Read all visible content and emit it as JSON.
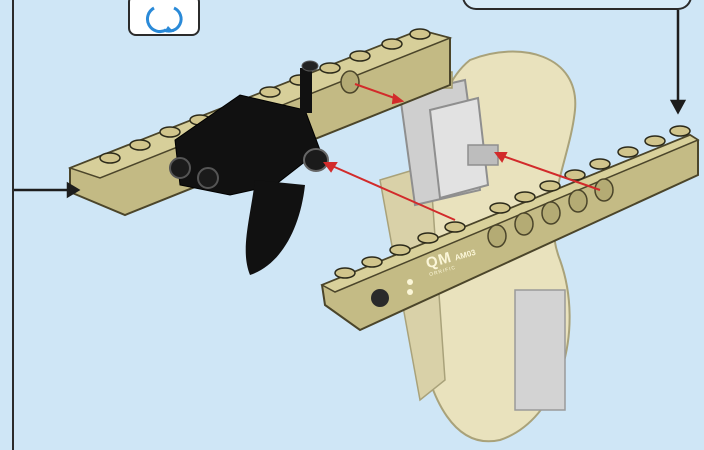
{
  "brick_print": {
    "brand": "QM",
    "model": "AM03",
    "subtitle": "ORRIFIC"
  },
  "icons": {
    "rotate": "rotate-icon"
  },
  "colors": {
    "background": "#cfe6f6",
    "tan_brick": "#b9b07b",
    "tan_light": "#d6cf9c",
    "black_part": "#111111",
    "gray_part": "#c9c9c9",
    "arrow": "#d22b2b"
  }
}
